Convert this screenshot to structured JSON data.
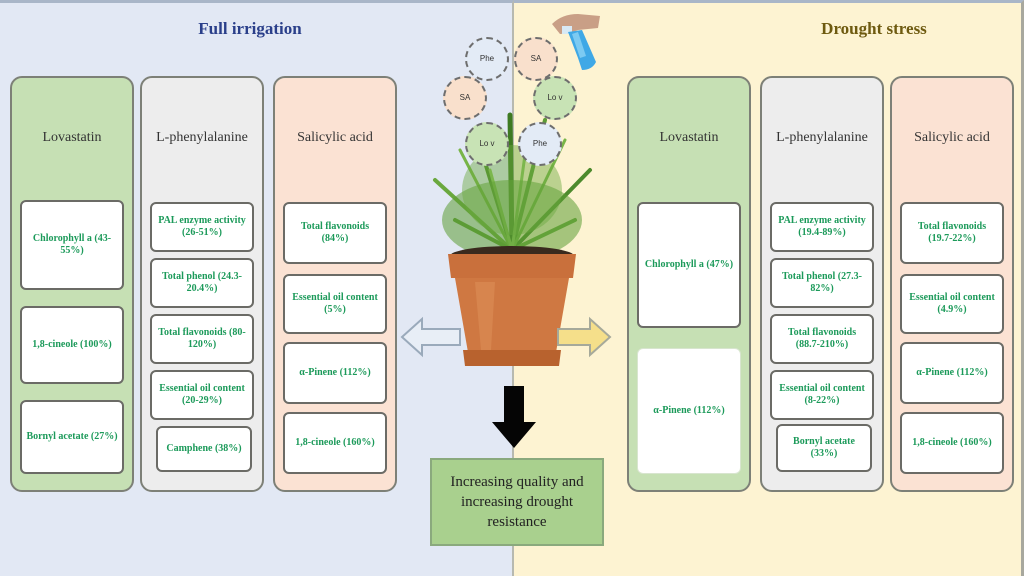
{
  "left_panel": {
    "title": "Full irrigation",
    "columns": [
      {
        "title": "Lovastatin",
        "items": [
          "Chlorophyll a (43-55%)",
          "1,8-cineole (100%)",
          "Bornyl acetate (27%)"
        ]
      },
      {
        "title": "L-phenylalanine",
        "items": [
          "PAL enzyme activity (26-51%)",
          "Total phenol (24.3-20.4%)",
          "Total flavonoids (80-120%)",
          "Essential oil content (20-29%)",
          "Camphene (38%)"
        ]
      },
      {
        "title": "Salicylic acid",
        "items": [
          "Total flavonoids (84%)",
          "Essential oil content (5%)",
          "α-Pinene (112%)",
          "1,8-cineole (160%)"
        ]
      }
    ]
  },
  "right_panel": {
    "title": "Drought stress",
    "columns": [
      {
        "title": "Lovastatin",
        "items": [
          "Chlorophyll a (47%)",
          "α-Pinene (112%)"
        ]
      },
      {
        "title": "L-phenylalanine",
        "items": [
          "PAL enzyme activity (19.4-89%)",
          "Total phenol (27.3-82%)",
          "Total flavonoids (88.7-210%)",
          "Essential oil content (8-22%)",
          "Bornyl acetate (33%)"
        ]
      },
      {
        "title": "Salicylic acid",
        "items": [
          "Total flavonoids (19.7-22%)",
          "Essential oil content (4.9%)",
          "α-Pinene (112%)",
          "1,8-cineole (160%)"
        ]
      }
    ]
  },
  "center": {
    "treatment_circles": [
      {
        "label": "Phe",
        "color": "blue"
      },
      {
        "label": "SA",
        "color": "peach"
      },
      {
        "label": "SA",
        "color": "peach"
      },
      {
        "label": "Lo v",
        "color": "green"
      },
      {
        "label": "Lo v",
        "color": "green"
      },
      {
        "label": "Phe",
        "color": "blue"
      }
    ],
    "result": "Increasing quality and increasing drought resistance"
  },
  "colors": {
    "left_bg": "#e2e8f4",
    "right_bg": "#fdf3d2",
    "lovastatin": "#c6e0b4",
    "phenylalanine": "#ededed",
    "salicylic": "#fbe2d3",
    "item_text": "#1c9a5a",
    "result_bg": "#a9d08e"
  }
}
